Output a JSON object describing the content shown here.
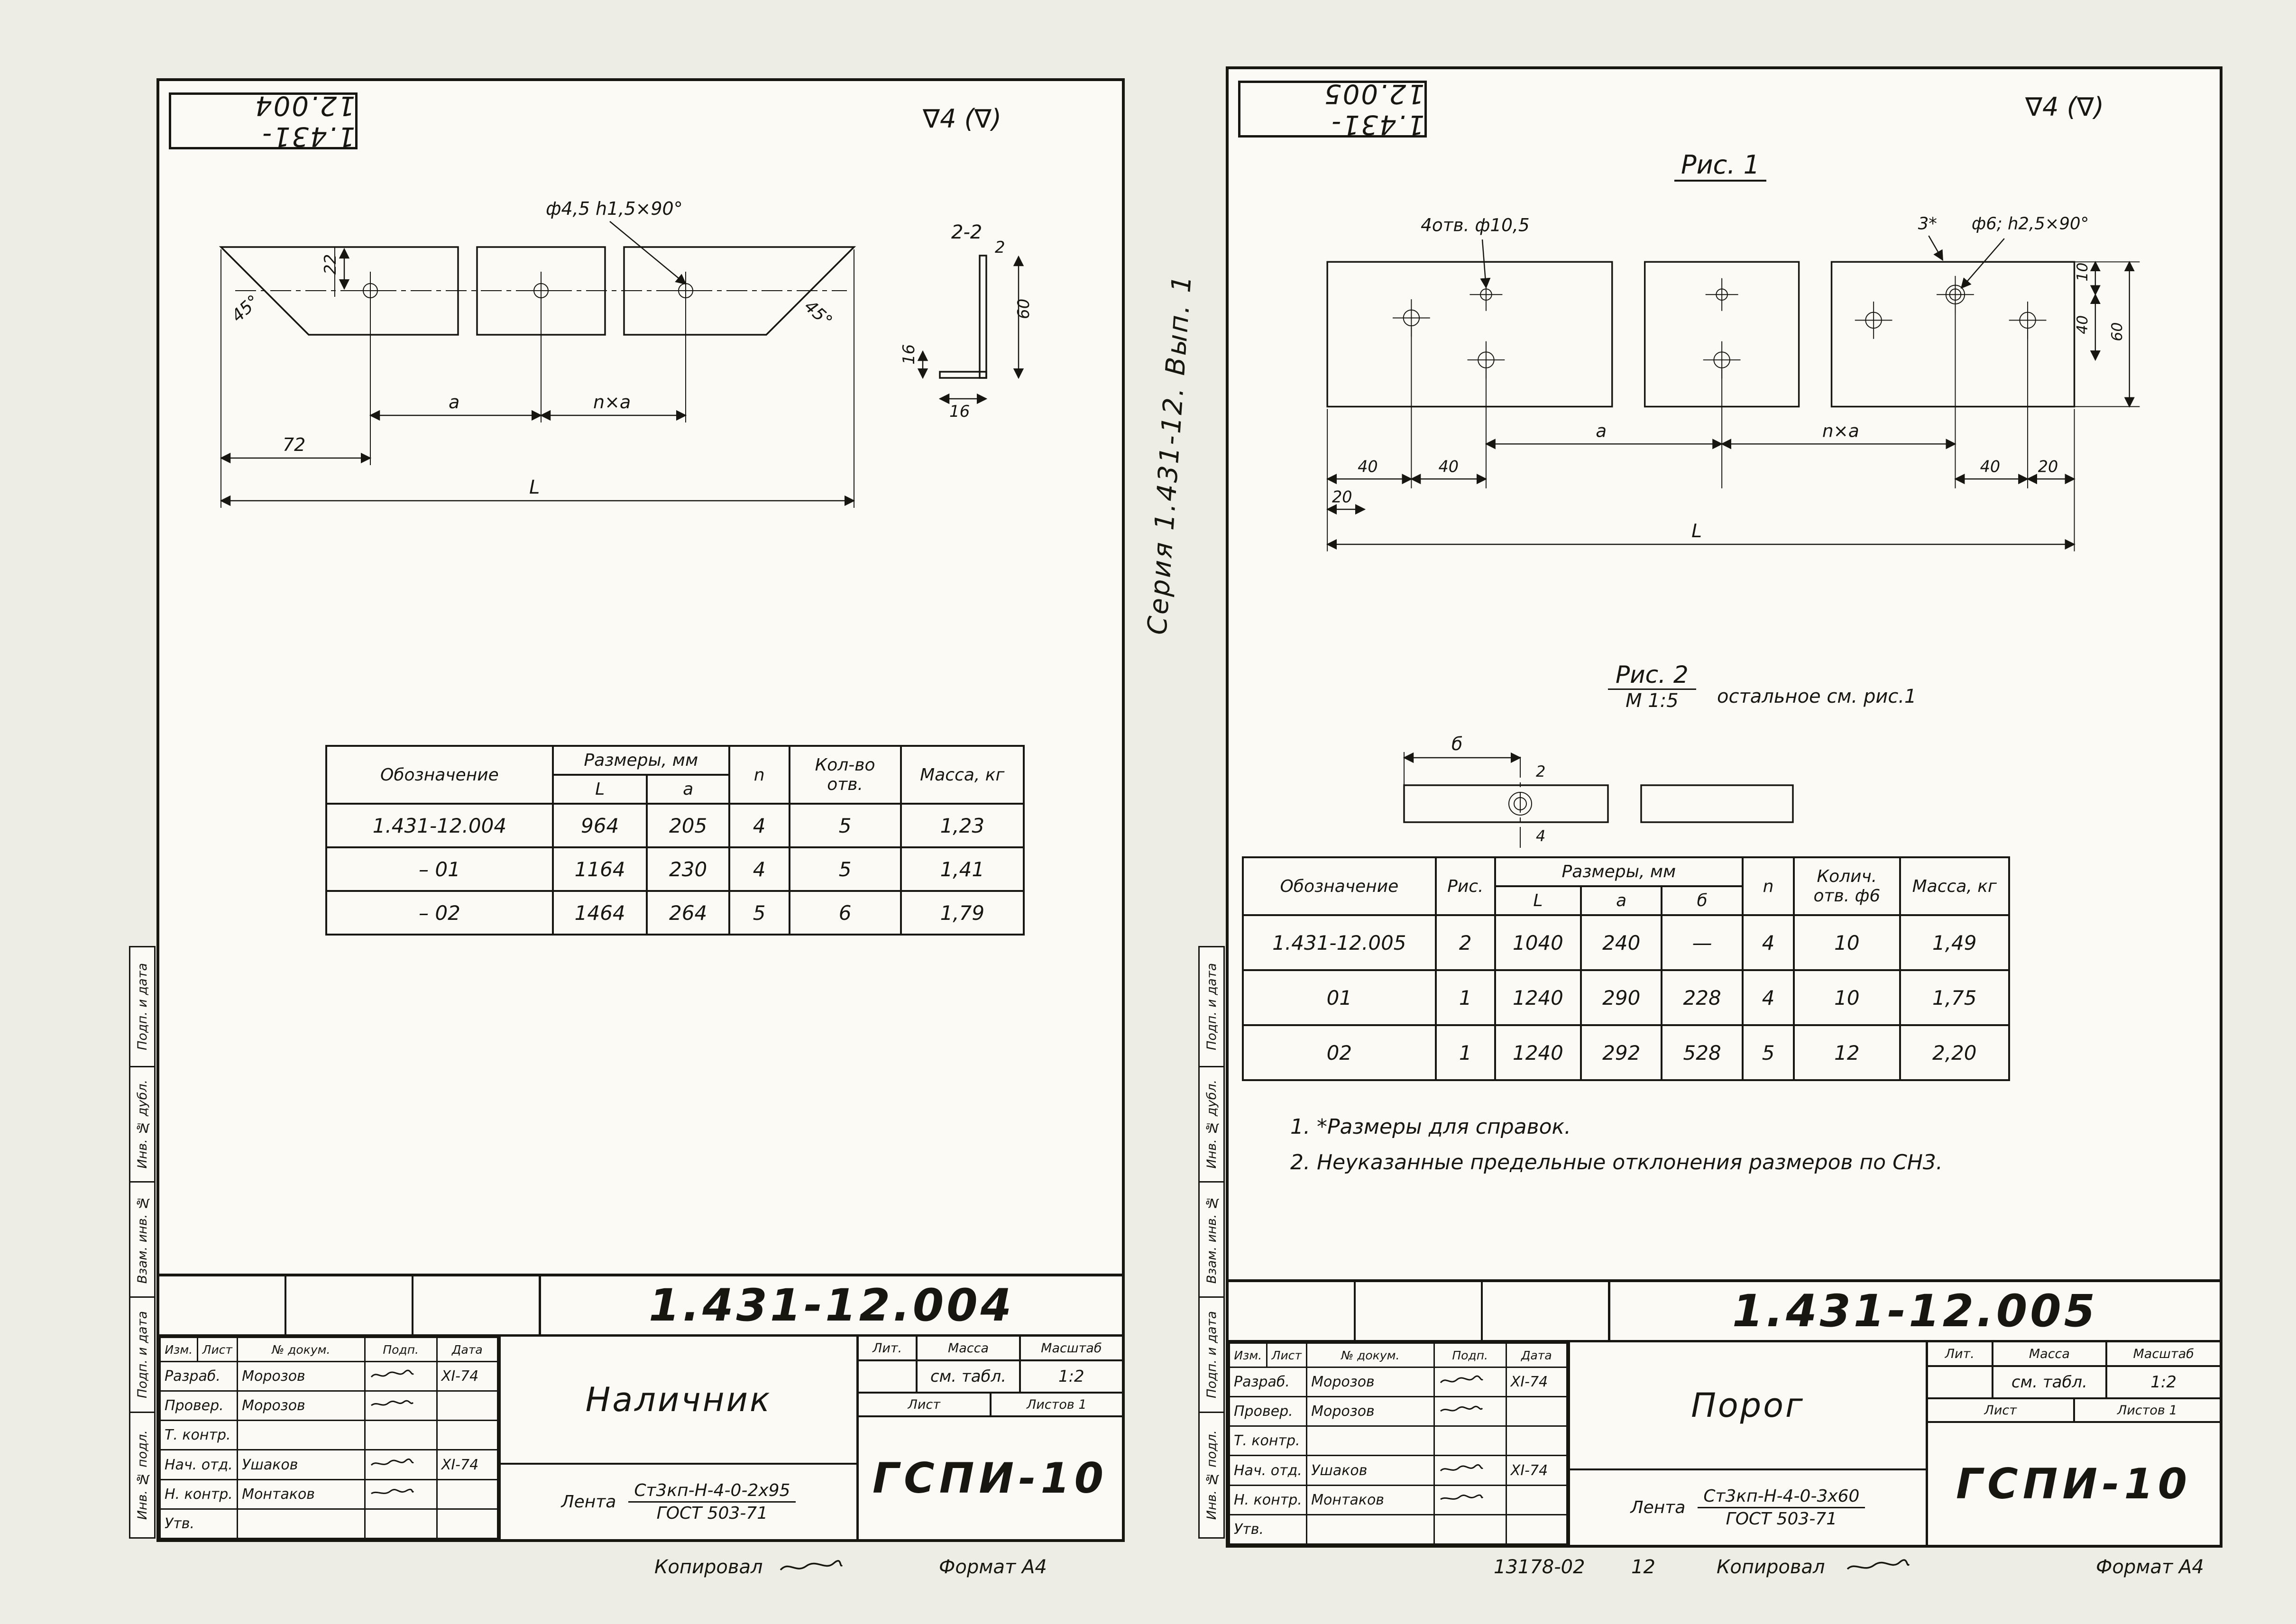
{
  "margin_labels": [
    "Подп. и дата",
    "Инв. № дубл.",
    "Взам. инв. №",
    "Подп. и дата",
    "Инв. № подл."
  ],
  "left": {
    "corner_stamp": "1.431-12.004",
    "finish_mark": "∇4 (∇)",
    "drawing": {
      "callout": "ф4,5 h1,5×90°",
      "angle_left": "45°",
      "angle_right": "45°",
      "dim_22": "22",
      "dim_a": "a",
      "dim_na": "n×a",
      "dim_72": "72",
      "dim_L": "L",
      "section_label": "2-2",
      "sec_thk": "2",
      "sec_h": "60",
      "sec_foot": "16",
      "sec_foot2": "16"
    },
    "table": {
      "col_designation": "Обозначение",
      "col_dims": "Размеры, мм",
      "col_L": "L",
      "col_a": "a",
      "col_n": "n",
      "col_holes": "Кол-во отв.",
      "col_mass": "Масса, кг",
      "rows": [
        {
          "d": "1.431-12.004",
          "L": "964",
          "a": "205",
          "n": "4",
          "h": "5",
          "m": "1,23"
        },
        {
          "d": "– 01",
          "L": "1164",
          "a": "230",
          "n": "4",
          "h": "5",
          "m": "1,41"
        },
        {
          "d": "– 02",
          "L": "1464",
          "a": "264",
          "n": "5",
          "h": "6",
          "m": "1,79"
        }
      ]
    },
    "doc_number": "1.431-12.004",
    "title_block": {
      "name": "Наличник",
      "material_label": "Лента",
      "material_spec": "Ст3кп-Н-4-0-2х95",
      "material_gost": "ГОСТ 503-71",
      "org": "ГСПИ-10",
      "lit_label": "Лит.",
      "mass_label": "Масса",
      "scale_label": "Масштаб",
      "mass_value": "см. табл.",
      "scale_value": "1:2",
      "sheet_label": "Лист",
      "sheets_label": "Листов 1",
      "hdr": {
        "izm": "Изм.",
        "list": "Лист",
        "doc": "№ докум.",
        "podp": "Подп.",
        "date": "Дата"
      },
      "rows": [
        {
          "role": "Разраб.",
          "name": "Морозов",
          "date": "XI-74"
        },
        {
          "role": "Провер.",
          "name": "Морозов",
          "date": ""
        },
        {
          "role": "Т. контр.",
          "name": "",
          "date": ""
        },
        {
          "role": "Нач. отд.",
          "name": "Ушаков",
          "date": "XI-74"
        },
        {
          "role": "Н. контр.",
          "name": "Монтаков",
          "date": ""
        },
        {
          "role": "Утв.",
          "name": "",
          "date": ""
        }
      ]
    },
    "footer": {
      "copied": "Копировал",
      "format": "Формат А4"
    }
  },
  "right": {
    "series_note": "Серия 1.431-12. Вып. 1",
    "corner_stamp": "1.431-12.005",
    "finish_mark": "∇4 (∇)",
    "fig1_label": "Рис. 1",
    "drawing": {
      "callout_holes": "4отв. ф10,5",
      "callout_star": "3*",
      "callout_sink": "ф6; h2,5×90°",
      "dim_40_1": "40",
      "dim_40_2": "40",
      "dim_20_l": "20",
      "dim_a": "a",
      "dim_na": "n×a",
      "dim_40_r": "40",
      "dim_20_r": "20",
      "dim_L": "L",
      "dim_v10": "10",
      "dim_v40": "40",
      "dim_v60": "60"
    },
    "fig2": {
      "label": "Рис. 2",
      "scale": "М 1:5",
      "note": "остальное см. рис.1",
      "dim_b": "б",
      "dim_2": "2",
      "dim_4": "4"
    },
    "table": {
      "col_designation": "Обозначение",
      "col_fig": "Рис.",
      "col_dims": "Размеры, мм",
      "col_L": "L",
      "col_a": "a",
      "col_b": "б",
      "col_n": "n",
      "col_holes": "Колич. отв. ф6",
      "col_mass": "Масса, кг",
      "rows": [
        {
          "d": "1.431-12.005",
          "f": "2",
          "L": "1040",
          "a": "240",
          "b": "—",
          "n": "4",
          "h": "10",
          "m": "1,49"
        },
        {
          "d": "01",
          "f": "1",
          "L": "1240",
          "a": "290",
          "b": "228",
          "n": "4",
          "h": "10",
          "m": "1,75"
        },
        {
          "d": "02",
          "f": "1",
          "L": "1240",
          "a": "292",
          "b": "528",
          "n": "5",
          "h": "12",
          "m": "2,20"
        }
      ]
    },
    "notes": [
      "1. *Размеры для справок.",
      "2. Неуказанные предельные отклонения размеров по СН3."
    ],
    "doc_number": "1.431-12.005",
    "title_block": {
      "name": "Порог",
      "material_label": "Лента",
      "material_spec": "Ст3кп-Н-4-0-3х60",
      "material_gost": "ГОСТ 503-71",
      "org": "ГСПИ-10",
      "lit_label": "Лит.",
      "mass_label": "Масса",
      "scale_label": "Масштаб",
      "mass_value": "см. табл.",
      "scale_value": "1:2",
      "sheet_label": "Лист",
      "sheets_label": "Листов 1",
      "hdr": {
        "izm": "Изм.",
        "list": "Лист",
        "doc": "№ докум.",
        "podp": "Подп.",
        "date": "Дата"
      },
      "rows": [
        {
          "role": "Разраб.",
          "name": "Морозов",
          "date": "XI-74"
        },
        {
          "role": "Провер.",
          "name": "Морозов",
          "date": ""
        },
        {
          "role": "Т. контр.",
          "name": "",
          "date": ""
        },
        {
          "role": "Нач. отд.",
          "name": "Ушаков",
          "date": "XI-74"
        },
        {
          "role": "Н. контр.",
          "name": "Монтаков",
          "date": ""
        },
        {
          "role": "Утв.",
          "name": "",
          "date": ""
        }
      ]
    },
    "footer": {
      "num": "13178-02",
      "page": "12",
      "copied": "Копировал",
      "format": "Формат А4"
    }
  }
}
